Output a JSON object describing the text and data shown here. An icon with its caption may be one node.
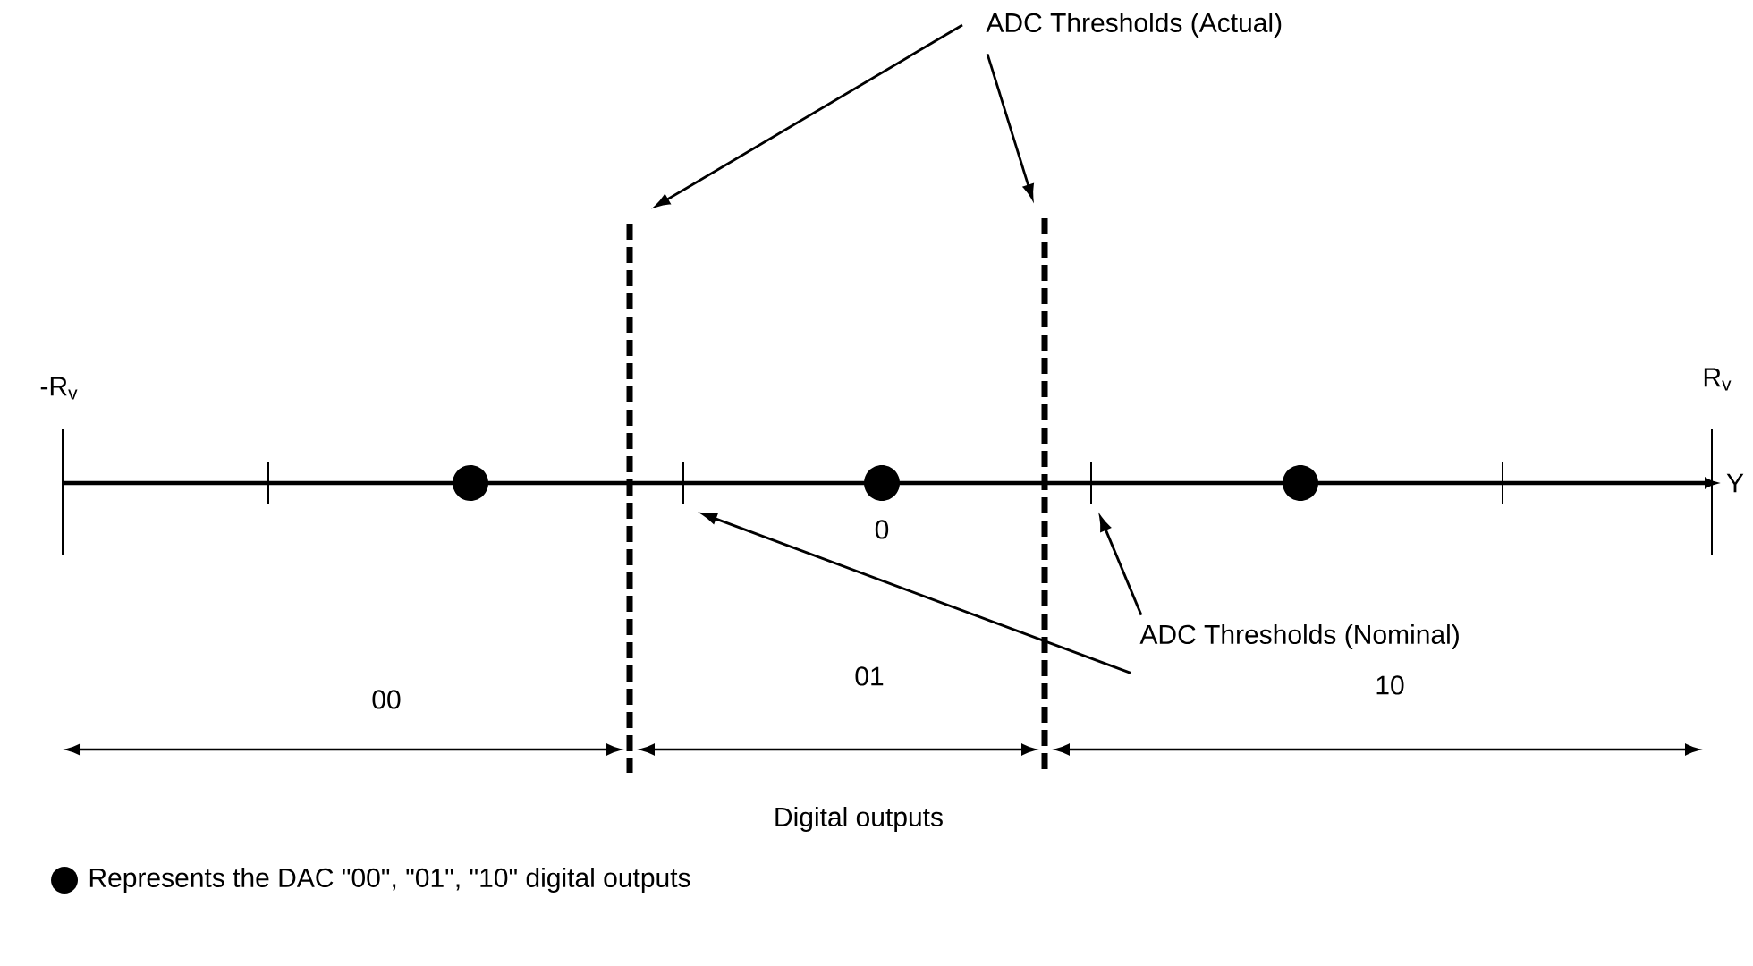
{
  "diagram": {
    "nodes": [
      {
        "text": [
          "ADC Thresholds (Actual)"
        ]
      },
      {
        "text": [],
        "shape": "line"
      },
      {
        "text": [],
        "shape": "line"
      },
      {
        "text": [
          "ADC Thresholds (Nominal)"
        ]
      },
      {
        "text": [],
        "shape": "line"
      },
      {
        "text": [],
        "shape": "line"
      }
    ],
    "edges": [
      {
        "from": 0,
        "to": 1,
        "arrow": "to"
      },
      {
        "from": 0,
        "to": 2,
        "arrow": "to"
      },
      {
        "from": 3,
        "to": 4,
        "arrow": "to"
      },
      {
        "from": 3,
        "to": 5,
        "arrow": "to"
      }
    ],
    "labels": [
      "-R$_{v}$",
      "R$_{v}$",
      "Y",
      "0",
      "00",
      "01",
      "10",
      "Digital outputs"
    ],
    "legend": [
      {
        "text": "Represents the DAC \"00\", \"01\", \"10\" digital outputs"
      }
    ]
  }
}
